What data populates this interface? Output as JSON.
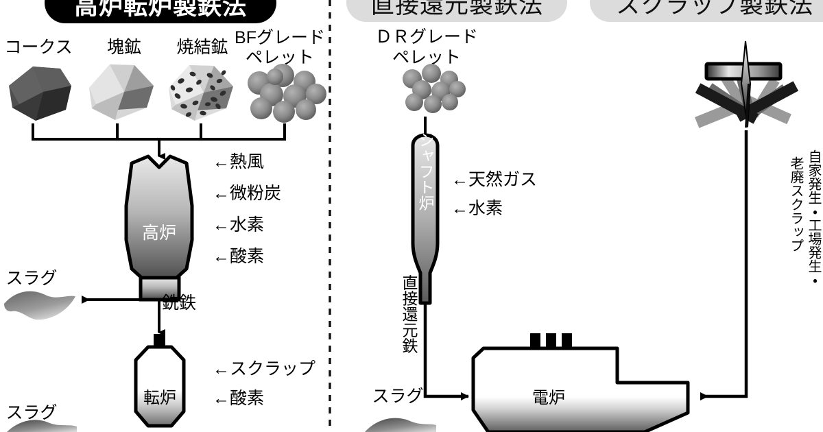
{
  "page": {
    "title_black": "高炉転炉製鉄法",
    "title_gray_mid": "直接還元製鉄法",
    "title_gray_right": "スクラップ製鉄法",
    "background": "#ffffff",
    "badge_black": "#000000",
    "badge_gray": "#dcdcdc"
  },
  "blast_route": {
    "materials": [
      {
        "name": "コークス",
        "icon": "coke-lump-icon"
      },
      {
        "name": "塊鉱",
        "icon": "lump-ore-icon"
      },
      {
        "name": "焼結鉱",
        "icon": "sinter-ore-icon"
      },
      {
        "name": "BFグレード",
        "name2": "ペレット",
        "icon": "bf-pellet-icon"
      }
    ],
    "furnace_label": "高炉",
    "furnace_inputs": [
      "←熱風",
      "←微粉炭",
      "←水素",
      "←酸素"
    ],
    "slag_label_top": "スラグ",
    "pig_iron_label": "銑鉄",
    "converter_label": "転炉",
    "converter_inputs": [
      "←スクラップ",
      "←酸素"
    ],
    "slag_label_bottom": "スラグ"
  },
  "dr_route": {
    "material_line1": "ＤＲグレード",
    "material_line2": "ペレット",
    "material_icon": "dr-pellet-icon",
    "shaft_label": "シャフト炉",
    "shaft_inputs": [
      "←天然ガス",
      "←水素"
    ],
    "dri_label": "直接還元鉄",
    "slag_label": "スラグ"
  },
  "scrap_route": {
    "scrap_icon": "scrap-pile-icon",
    "vertical_label_1": "自家発生・工場発生・",
    "vertical_label_2": "老廃スクラップ"
  },
  "eaf": {
    "label": "電炉",
    "electrode_icon": "electrode-icon",
    "electrode_count": 3
  }
}
